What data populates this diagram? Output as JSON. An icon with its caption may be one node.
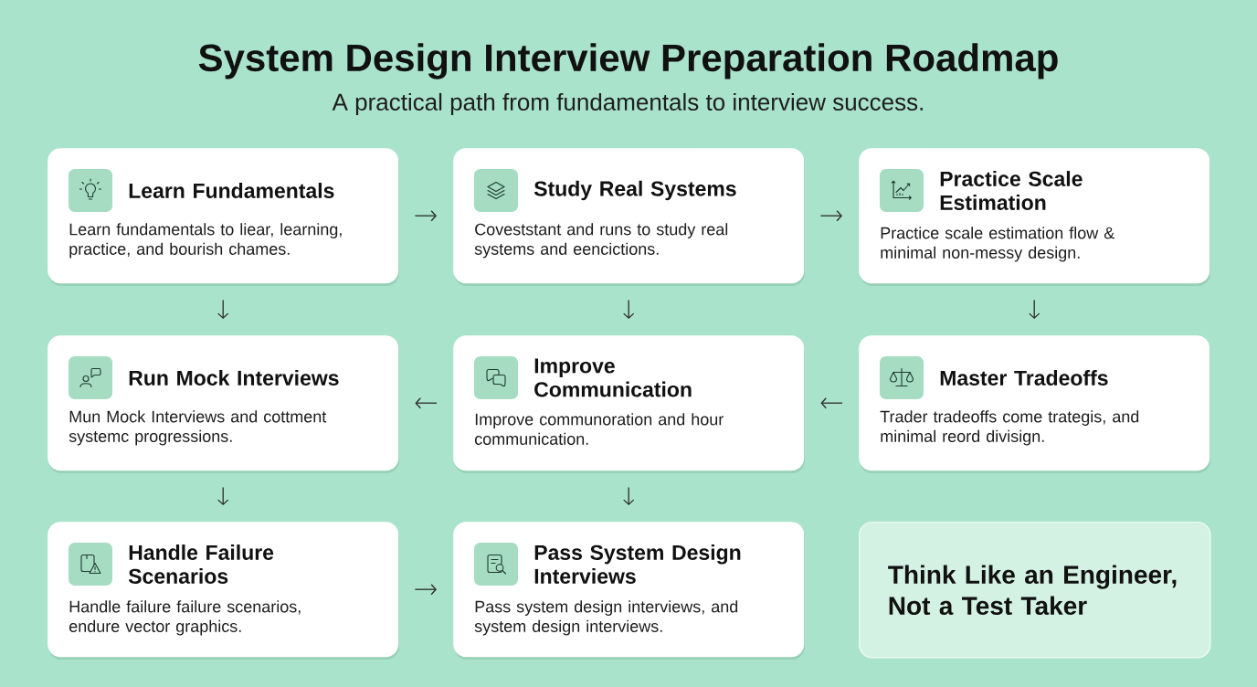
{
  "diagram": {
    "title": "System Design Interview Preparation Roadmap",
    "nodes": [
      {
        "text": [
          "Learn Fundamentals",
          "Learn fundamentals to liear, learning, practice, and bourish chames."
        ]
      },
      {
        "text": [
          "Study Real Systems",
          "Coveststant and runs to study real systems and eencictions."
        ]
      },
      {
        "text": [
          "Practice Scale Estimation",
          "Practice scale estimation flow & minimal non-messy design."
        ]
      },
      {
        "text": [
          "Run Mock Interviews",
          "Mun Mock Interviews and cottment systemc progressions."
        ]
      },
      {
        "text": [
          "Improve Communication",
          "Improve communoration and hour communication."
        ]
      },
      {
        "text": [
          "Master Tradeoffs",
          "Trader tradeoffs come trategis, and minimal reord divisign."
        ]
      },
      {
        "text": [
          "Handle Failure Scenarios",
          "Handle failure failure scenarios, endure vector graphics."
        ]
      },
      {
        "text": [
          "Pass System Design Interviews",
          "Pass system design interviews, and system design interviews."
        ]
      },
      {
        "text": [
          "Think Like an Engineer, Not a Test Taker"
        ]
      }
    ],
    "edges": [
      {
        "from": 0,
        "to": 1,
        "arrow": "to"
      },
      {
        "from": 1,
        "to": 2,
        "arrow": "to"
      },
      {
        "from": 0,
        "to": 3,
        "arrow": "to"
      },
      {
        "from": 1,
        "to": 4,
        "arrow": "to"
      },
      {
        "from": 2,
        "to": 5,
        "arrow": "to"
      },
      {
        "from": 4,
        "to": 3,
        "arrow": "to"
      },
      {
        "from": 5,
        "to": 4,
        "arrow": "to"
      },
      {
        "from": 3,
        "to": 6,
        "arrow": "to"
      },
      {
        "from": 4,
        "to": 7,
        "arrow": "to"
      },
      {
        "from": 6,
        "to": 7,
        "arrow": "to"
      }
    ],
    "labels": [
      "A practical path from fundamentals to interview success."
    ]
  }
}
